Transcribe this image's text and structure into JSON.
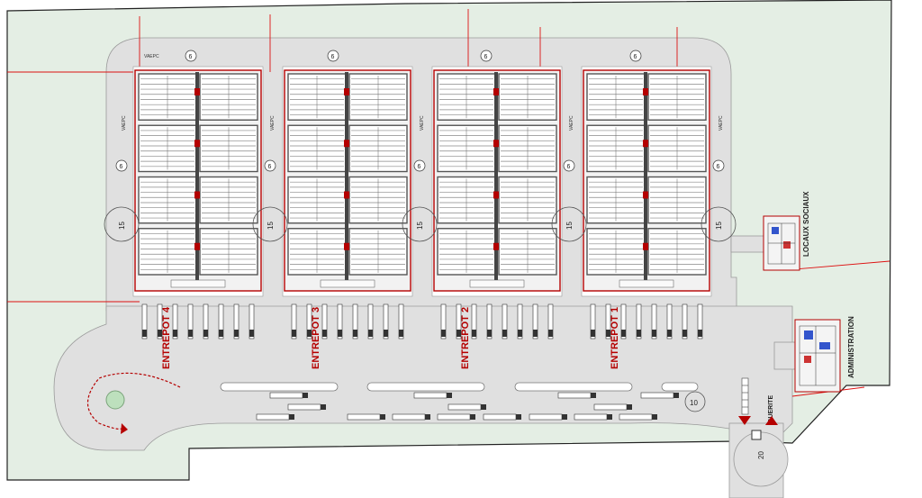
{
  "site_plan": {
    "warehouses": [
      {
        "name": "ENTREPOT 4"
      },
      {
        "name": "ENTREPOT 3"
      },
      {
        "name": "ENTREPOT 2"
      },
      {
        "name": "ENTREPOT 1"
      }
    ],
    "road_label_vertical": "VAEPC",
    "road_label_top": "VAEPC",
    "circle_small_value": "6",
    "circle_large_value": "15",
    "turnaround_value": "10",
    "gate_value": "20",
    "locaux_sociaux": "LOCAUX SOCIAUX",
    "administration": "ADMINISTRATION",
    "guerite": "GUERITE",
    "colors": {
      "green_space": "#e4eee4",
      "road": "#e0e0e0",
      "building_outline": "#b50000",
      "dim_line": "#dd1111",
      "racking": "#555555"
    }
  }
}
